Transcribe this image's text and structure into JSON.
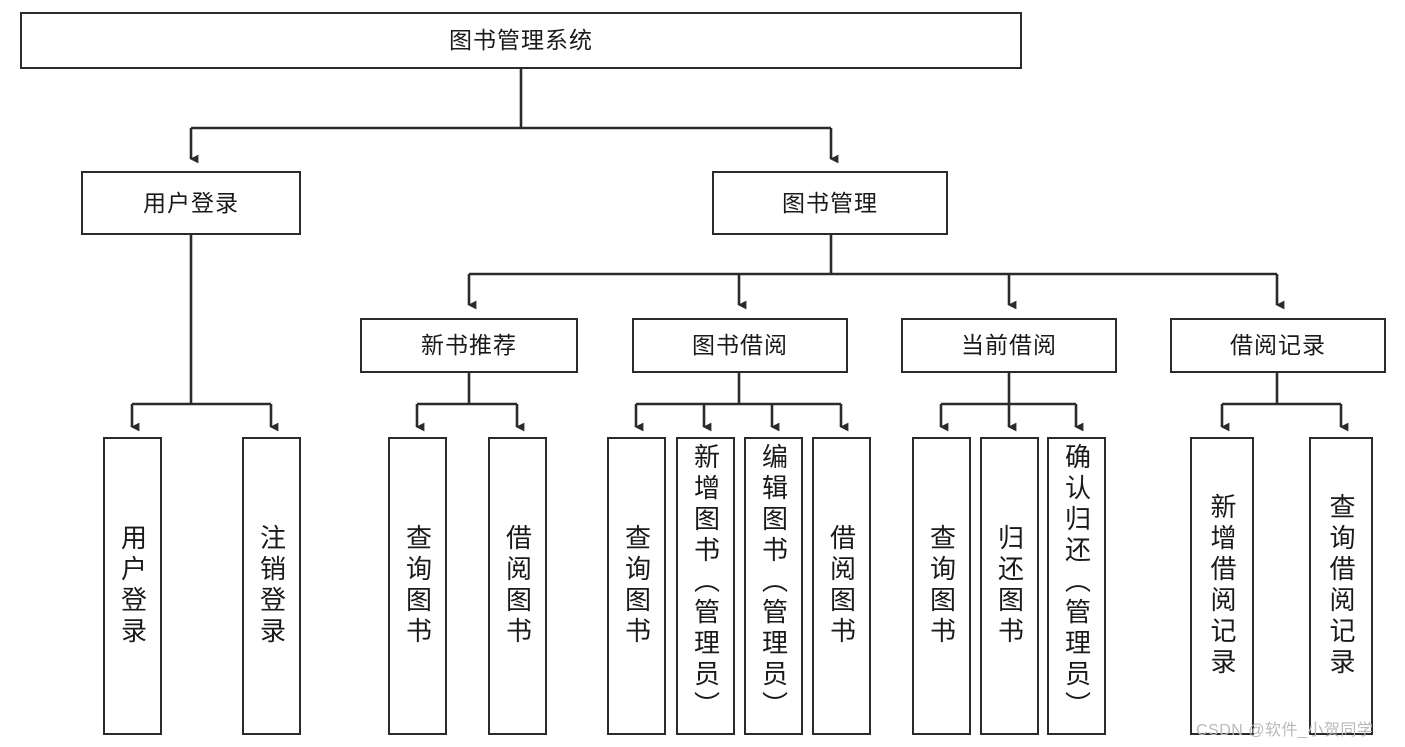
{
  "diagram": {
    "title": "图书管理系统",
    "type": "tree",
    "watermark": "CSDN @软件_小贺同学",
    "colors": {
      "background": "#ffffff",
      "border": "#2b2b2b",
      "text": "#1a1a1a",
      "connector": "#2b2b2b",
      "watermark": "#b9b9b9"
    },
    "levels": {
      "root": {
        "label": "图书管理系统"
      },
      "level1": [
        {
          "label": "用户登录"
        },
        {
          "label": "图书管理"
        }
      ],
      "level2": [
        {
          "label": "新书推荐"
        },
        {
          "label": "图书借阅"
        },
        {
          "label": "当前借阅"
        },
        {
          "label": "借阅记录"
        }
      ],
      "leaves": {
        "user_login": [
          {
            "label": "用户登录"
          },
          {
            "label": "注销登录"
          }
        ],
        "new_book_recommend": [
          {
            "label": "查询图书"
          },
          {
            "label": "借阅图书"
          }
        ],
        "book_borrow": [
          {
            "label": "查询图书"
          },
          {
            "label": "新增图书（管理员）"
          },
          {
            "label": "编辑图书（管理员）"
          },
          {
            "label": "借阅图书"
          }
        ],
        "current_borrow": [
          {
            "label": "查询图书"
          },
          {
            "label": "归还图书"
          },
          {
            "label": "确认归还（管理员）"
          }
        ],
        "borrow_record": [
          {
            "label": "新增借阅记录"
          },
          {
            "label": "查询借阅记录"
          }
        ]
      }
    }
  }
}
